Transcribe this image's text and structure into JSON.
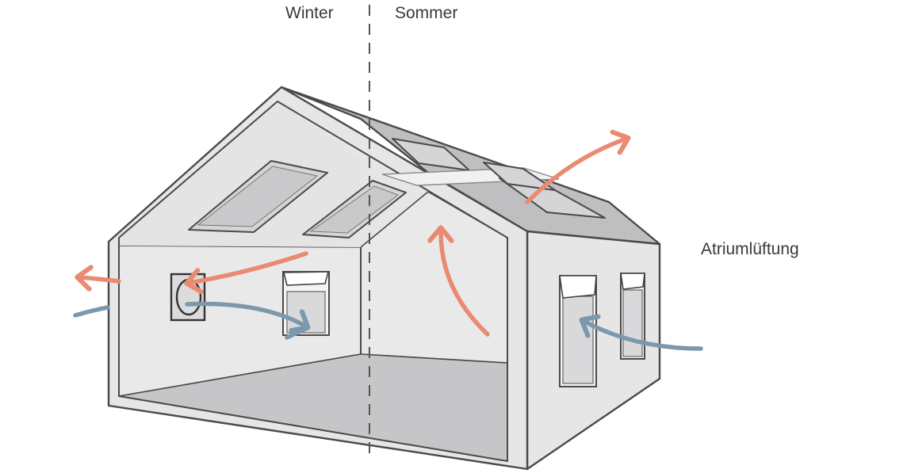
{
  "labels": {
    "left": "Winter",
    "right": "Sommer",
    "side": "Atriumlüftung"
  },
  "colors": {
    "warm_air": "#ea8a72",
    "cool_air": "#7b98ac",
    "outline": "#4a4a4a",
    "wall": "#e6e6e7",
    "roof": "#bfbfc1",
    "floor": "#c6c6c8",
    "divider": "#555555"
  }
}
